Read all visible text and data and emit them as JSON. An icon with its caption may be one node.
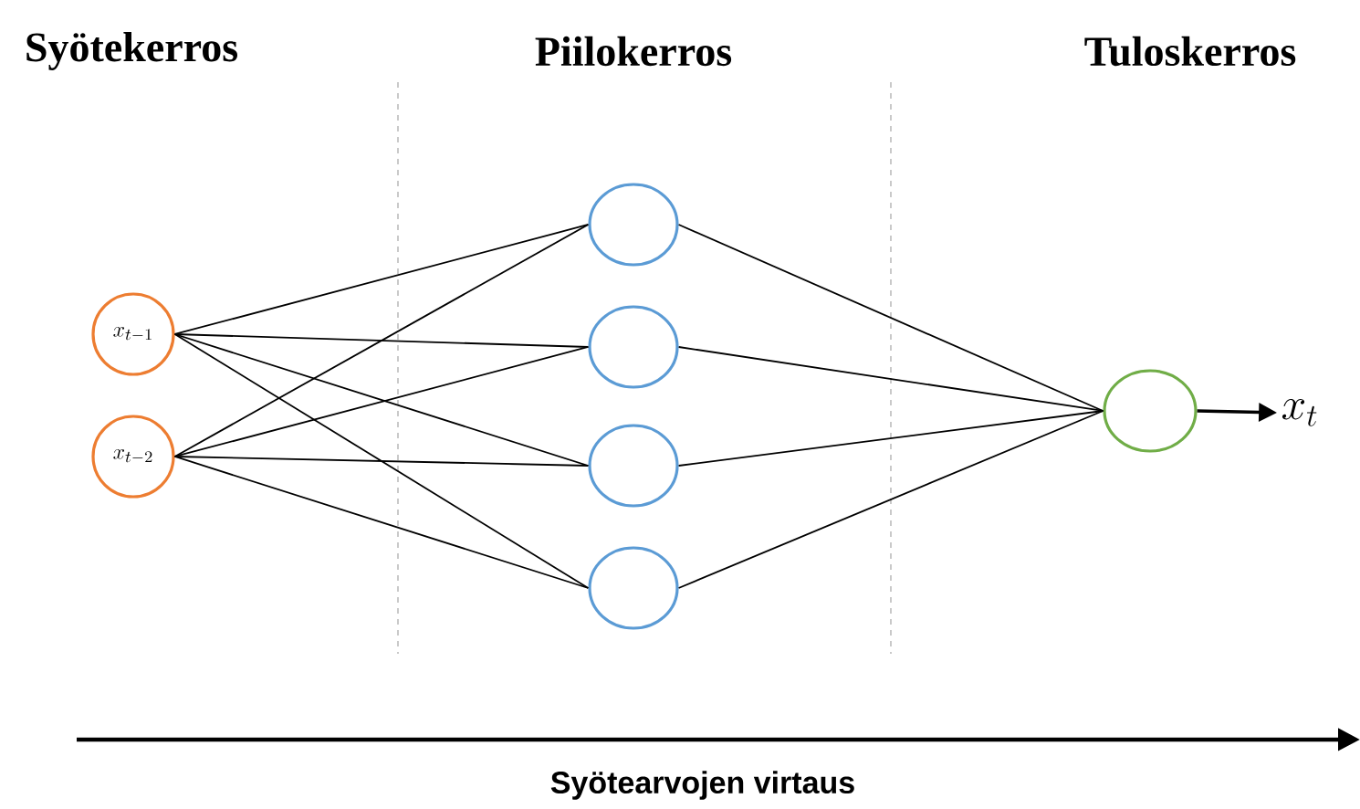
{
  "diagram": {
    "nodes": [
      {
        "text": [
          "x_{t-1}"
        ]
      },
      {
        "text": [
          "x_{t-2}"
        ]
      },
      {
        "text": [],
        "shape": "circle"
      },
      {
        "text": [],
        "shape": "circle"
      },
      {
        "text": [],
        "shape": "circle"
      },
      {
        "text": [],
        "shape": "circle"
      },
      {
        "text": [],
        "shape": "circle"
      },
      {
        "text": [
          "x_t"
        ]
      }
    ],
    "edges": [
      {
        "from": 0,
        "to": 2,
        "arrow": "none"
      },
      {
        "from": 0,
        "to": 3,
        "arrow": "none"
      },
      {
        "from": 0,
        "to": 4,
        "arrow": "none"
      },
      {
        "from": 0,
        "to": 5,
        "arrow": "none"
      },
      {
        "from": 1,
        "to": 2,
        "arrow": "none"
      },
      {
        "from": 1,
        "to": 3,
        "arrow": "none"
      },
      {
        "from": 1,
        "to": 4,
        "arrow": "none"
      },
      {
        "from": 1,
        "to": 5,
        "arrow": "none"
      },
      {
        "from": 2,
        "to": 6,
        "arrow": "none"
      },
      {
        "from": 3,
        "to": 6,
        "arrow": "none"
      },
      {
        "from": 4,
        "to": 6,
        "arrow": "none"
      },
      {
        "from": 5,
        "to": 6,
        "arrow": "none"
      },
      {
        "from": 6,
        "to": 7,
        "arrow": "to"
      }
    ],
    "labels": [
      "Syötekerros",
      "Piilokerros",
      "Tuloskerros",
      "Syötearvojen virtaus"
    ]
  }
}
